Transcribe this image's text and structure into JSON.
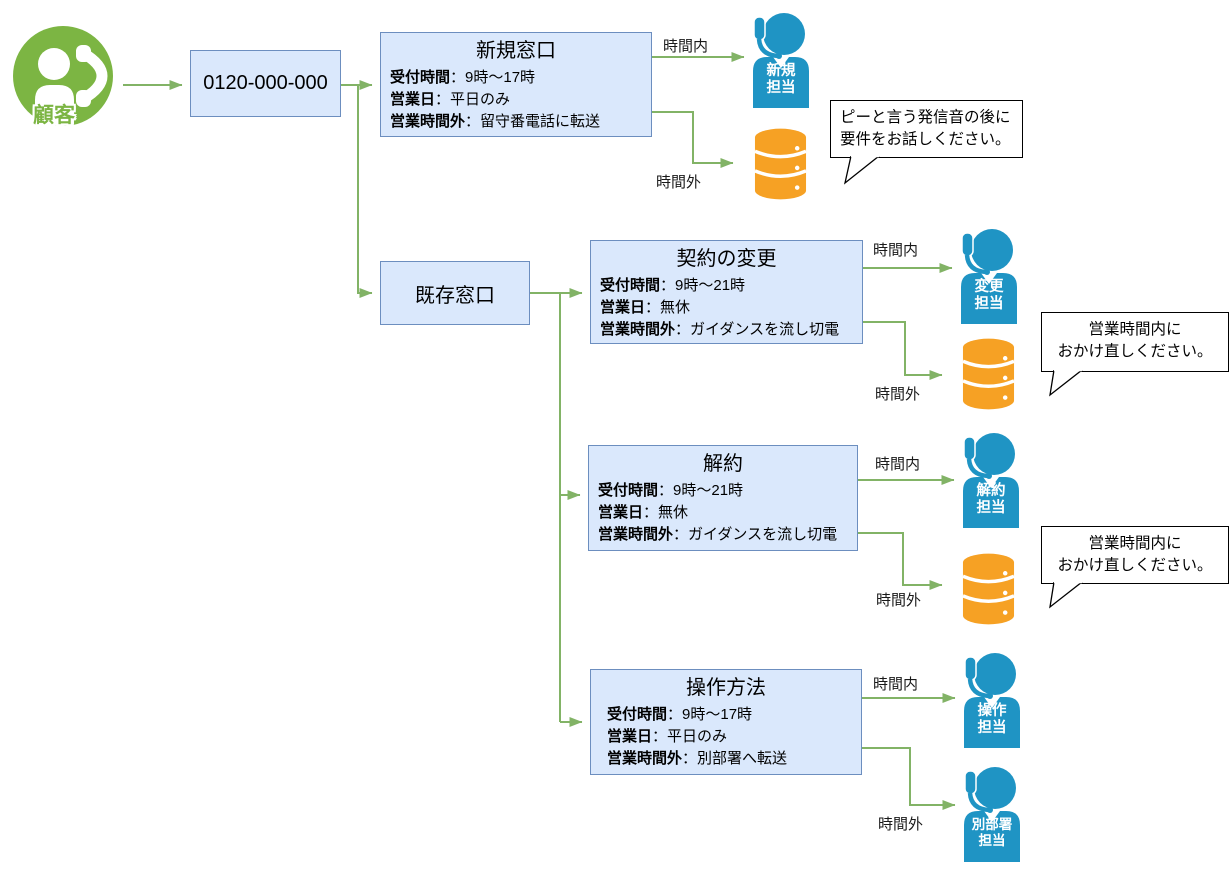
{
  "customer": {
    "label": "顧客"
  },
  "phone": {
    "label": "0120-000-000"
  },
  "nodes": {
    "shinki": {
      "title": "新規窓口",
      "details": [
        {
          "label": "受付時間",
          "value": "：9時～17時"
        },
        {
          "label": "営業日",
          "value": "：平日のみ"
        },
        {
          "label": "営業時間外",
          "value": "：留守番電話に転送"
        }
      ]
    },
    "kison": {
      "title": "既存窓口"
    },
    "keiyaku": {
      "title": "契約の変更",
      "details": [
        {
          "label": "受付時間",
          "value": "：9時～21時"
        },
        {
          "label": "営業日",
          "value": "：無休"
        },
        {
          "label": "営業時間外",
          "value": "：ガイダンスを流し切電"
        }
      ]
    },
    "kaiyaku": {
      "title": "解約",
      "details": [
        {
          "label": "受付時間",
          "value": "：9時～21時"
        },
        {
          "label": "営業日",
          "value": "：無休"
        },
        {
          "label": "営業時間外",
          "value": "：ガイダンスを流し切電"
        }
      ]
    },
    "sousa": {
      "title": "操作方法",
      "details": [
        {
          "label": "受付時間",
          "value": "：9時～17時"
        },
        {
          "label": "営業日",
          "value": "：平日のみ"
        },
        {
          "label": "営業時間外",
          "value": "：別部署へ転送"
        }
      ]
    }
  },
  "labels": {
    "in": "時間内",
    "out": "時間外"
  },
  "agents": {
    "shinki": {
      "line1": "新規",
      "line2": "担当"
    },
    "henkou": {
      "line1": "変更",
      "line2": "担当"
    },
    "kaiyaku": {
      "line1": "解約",
      "line2": "担当"
    },
    "sousa": {
      "line1": "操作",
      "line2": "担当"
    },
    "betsubusho": {
      "line1": "別部署",
      "line2": "担当"
    }
  },
  "bubbles": {
    "voicemail": {
      "line1": "ピーと言う発信音の後に",
      "line2": "要件をお話しください。"
    },
    "redial_1": {
      "line1": "営業時間内に",
      "line2": "おかけ直しください。"
    },
    "redial_2": {
      "line1": "営業時間内に",
      "line2": "おかけ直しください。"
    }
  },
  "colors": {
    "arrow_green": "#82b366",
    "box_fill": "#dae8fc",
    "box_border": "#6c8ebf",
    "agent_blue": "#1f94c4",
    "db_orange": "#f6a124",
    "customer_green": "#7cb543"
  }
}
